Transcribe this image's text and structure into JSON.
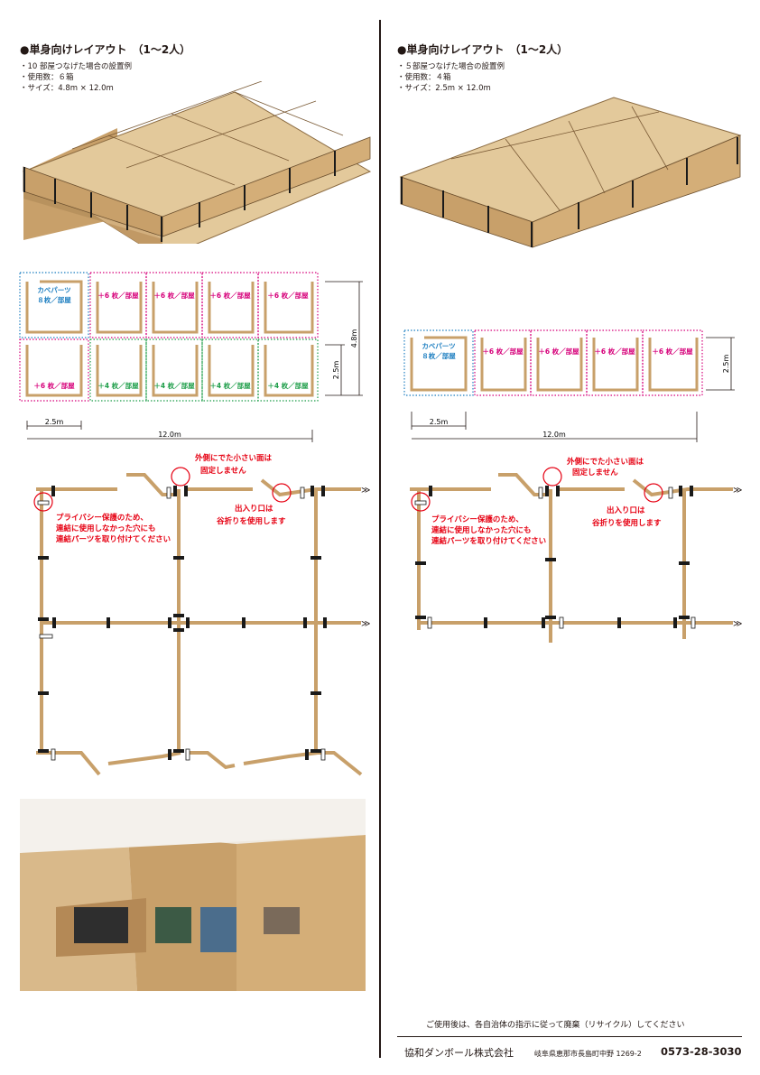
{
  "left": {
    "heading": "●単身向けレイアウト　（1～2人）",
    "specs": [
      "・10 部屋つなげた場合の設置例",
      "・使用数：６箱",
      "・サイズ：4.8m × 12.0m"
    ],
    "grid_labels": {
      "cover": [
        "カベパーツ",
        "８枚／部屋"
      ],
      "top": [
        "＋6 枚／部屋",
        "＋6 枚／部屋",
        "＋6 枚／部屋",
        "＋6 枚／部屋"
      ],
      "bottom_first": "＋6 枚／部屋",
      "bottom": [
        "＋4 枚／部屋",
        "＋4 枚／部屋",
        "＋4 枚／部屋",
        "＋4 枚／部屋"
      ]
    },
    "dims": {
      "cell_w": "2.5m",
      "total_w": "12.0m",
      "total_h": "4.8m",
      "cell_h": "2.5m"
    },
    "annotations": {
      "outer": [
        "外側にでた小さい面は",
        "固定しません"
      ],
      "entrance": [
        "出入り口は",
        "谷折りを使用します"
      ],
      "privacy": [
        "プライバシー保護のため、",
        "連結に使用しなかった穴にも",
        "連結パーツを取り付けてください"
      ]
    }
  },
  "right": {
    "heading": "●単身向けレイアウト　（1～2人）",
    "specs": [
      "・５部屋つなげた場合の設置例",
      "・使用数：４箱",
      "・サイズ：2.5m × 12.0m"
    ],
    "grid_labels": {
      "cover": [
        "カベパーツ",
        "８枚／部屋"
      ],
      "top": [
        "＋6 枚／部屋",
        "＋6 枚／部屋",
        "＋6 枚／部屋",
        "＋6 枚／部屋"
      ]
    },
    "dims": {
      "cell_w": "2.5m",
      "total_w": "12.0m",
      "cell_h": "2.5m"
    },
    "annotations": {
      "outer": [
        "外側にでた小さい面は",
        "固定しません"
      ],
      "entrance": [
        "出入り口は",
        "谷折りを使用します"
      ],
      "privacy": [
        "プライバシー保護のため、",
        "連結に使用しなかった穴にも",
        "連結パーツを取り付けてください"
      ]
    }
  },
  "footer": {
    "note": "ご使用後は、各自治体の指示に従って廃棄（リサイクル）してください",
    "company": "協和ダンボール株式会社",
    "address": "岐阜県恵那市長島町中野 1269-2",
    "phone": "0573-28-3030"
  },
  "colors": {
    "cardboard": "#c8a06a",
    "blue": "#1e7fc1",
    "magenta": "#d6007a",
    "green": "#1f9e4a",
    "red": "#e60012"
  }
}
